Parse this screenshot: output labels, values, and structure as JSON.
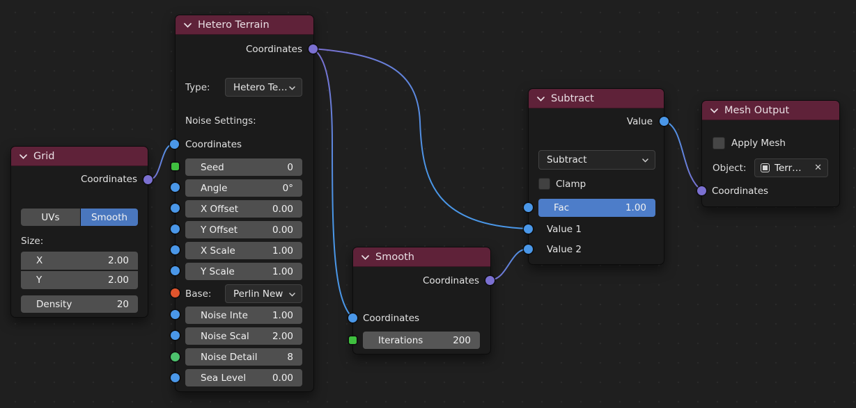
{
  "colors": {
    "bg": "#1f1f1f",
    "dot": "#2a2a2a",
    "node_body": "#1b1b1b",
    "header": "#5f2239",
    "accent_blue": "#4a77be",
    "fac_blue": "#4d7dc9",
    "field_gray": "#4f4f4f",
    "socket_vector": "#7b70d1",
    "socket_number": "#4a97e8",
    "socket_green_square": "#3fbf3f",
    "socket_green": "#4dc26d",
    "socket_orange": "#e0552d"
  },
  "nodes": {
    "grid": {
      "title": "Grid",
      "output_coordinates": "Coordinates",
      "toggle_uvs": "UVs",
      "toggle_smooth": "Smooth",
      "size_label": "Size:",
      "x_label": "X",
      "x_value": "2.00",
      "y_label": "Y",
      "y_value": "2.00",
      "density_label": "Density",
      "density_value": "20"
    },
    "hetero_terrain": {
      "title": "Hetero Terrain",
      "output_coordinates": "Coordinates",
      "type_label": "Type:",
      "type_value": "Hetero Te…",
      "noise_settings_label": "Noise Settings:",
      "input_coordinates": "Coordinates",
      "base_label": "Base:",
      "base_value": "Perlin New",
      "rows": [
        {
          "label": "Seed",
          "value": "0"
        },
        {
          "label": "Angle",
          "value": "0°"
        },
        {
          "label": "X Offset",
          "value": "0.00"
        },
        {
          "label": "Y Offset",
          "value": "0.00"
        },
        {
          "label": "X Scale",
          "value": "1.00"
        },
        {
          "label": "Y Scale",
          "value": "1.00"
        },
        {
          "label": "Noise Inte",
          "value": "1.00"
        },
        {
          "label": "Noise Scal",
          "value": "2.00"
        },
        {
          "label": "Noise Detail",
          "value": "8"
        },
        {
          "label": "Sea Level",
          "value": "0.00"
        }
      ]
    },
    "smooth": {
      "title": "Smooth",
      "output_coordinates": "Coordinates",
      "input_coordinates": "Coordinates",
      "iterations_label": "Iterations",
      "iterations_value": "200"
    },
    "subtract": {
      "title": "Subtract",
      "output_value": "Value",
      "operation_value": "Subtract",
      "clamp_label": "Clamp",
      "fac_label": "Fac",
      "fac_value": "1.00",
      "value1_label": "Value 1",
      "value2_label": "Value 2"
    },
    "mesh_output": {
      "title": "Mesh Output",
      "apply_mesh_label": "Apply Mesh",
      "object_label": "Object:",
      "object_value": "Terr…",
      "clear_icon": "✕",
      "input_coordinates": "Coordinates"
    }
  }
}
